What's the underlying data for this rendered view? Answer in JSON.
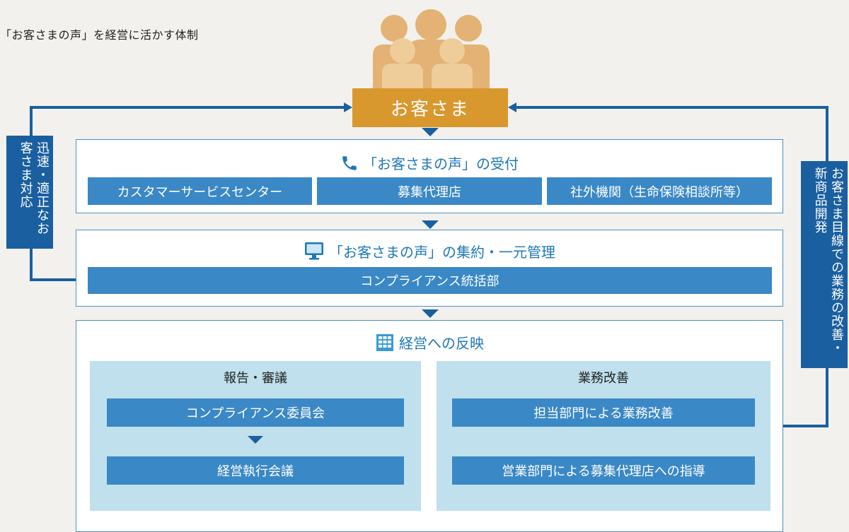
{
  "title": "「お客さまの声」を経営に活かす体制",
  "customer": {
    "label": "お客さま"
  },
  "side_left": {
    "label": "迅速・適正なお客さま対応"
  },
  "side_right": {
    "label": "お客さま目線での業務の改善・新商品開発"
  },
  "section1": {
    "heading": "「お客さまの声」の受付",
    "items": [
      "カスタマーサービスセンター",
      "募集代理店",
      "社外機関（生命保険相談所等）"
    ]
  },
  "section2": {
    "heading": "「お客さまの声」の集約・一元管理",
    "bar": "コンプライアンス統括部"
  },
  "section3": {
    "heading": "経営への反映",
    "left_panel": {
      "title": "報告・審議",
      "items": [
        "コンプライアンス委員会",
        "経営執行会議"
      ]
    },
    "right_panel": {
      "title": "業務改善",
      "items": [
        "担当部門による業務改善",
        "営業部門による募集代理店への指導"
      ]
    }
  },
  "colors": {
    "accent_blue": "#1a5fa0",
    "bar_blue": "#3a88c6",
    "customer_gold": "#d9982e",
    "panel_light": "#bfe0ec"
  },
  "icons": [
    "people-illustration",
    "phone-icon",
    "monitor-icon",
    "building-icon"
  ]
}
